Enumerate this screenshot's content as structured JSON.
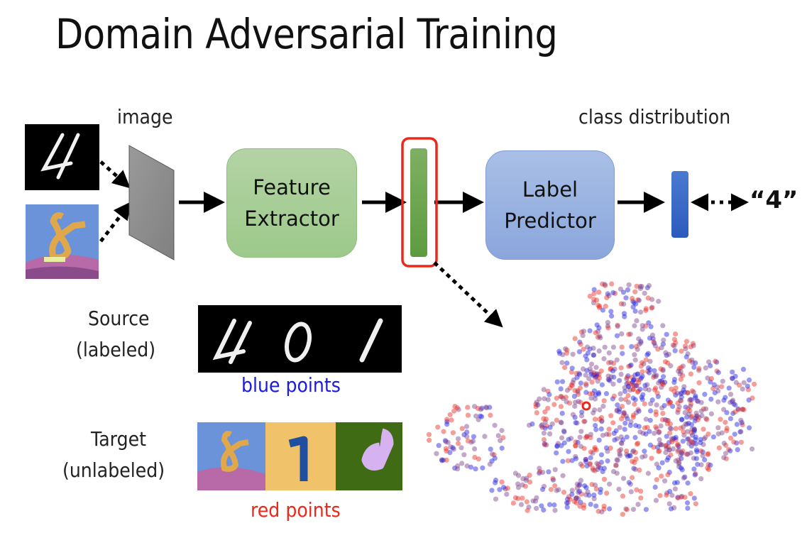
{
  "title": "Domain Adversarial Training",
  "labels": {
    "image": "image",
    "class_distribution": "class distribution",
    "output_label": "“4”"
  },
  "blocks": {
    "feature_extractor": "Feature\nExtractor",
    "label_predictor": "Label\nPredictor"
  },
  "legend": {
    "source_title": "Source",
    "source_sub": "(labeled)",
    "source_digits": [
      "4",
      "0",
      "1"
    ],
    "source_points": "blue points",
    "target_title": "Target",
    "target_sub": "(unlabeled)",
    "target_digits": [
      "8",
      "1",
      "6"
    ],
    "target_points": "red points"
  },
  "colors": {
    "source_points": "#1a1ae0",
    "target_points": "#e8291c",
    "highlight": "#e8291c",
    "feature_bar": "#6aa84f",
    "class_bar": "#3a68c9"
  },
  "chart_data": {
    "type": "scatter",
    "title": "",
    "description": "t-SNE style embedding of extracted features; source (blue) and target (red) points overlapping",
    "series": [
      {
        "name": "blue points",
        "domain": "Source (labeled)"
      },
      {
        "name": "red points",
        "domain": "Target (unlabeled)"
      }
    ],
    "grid": false,
    "legend": "left"
  }
}
